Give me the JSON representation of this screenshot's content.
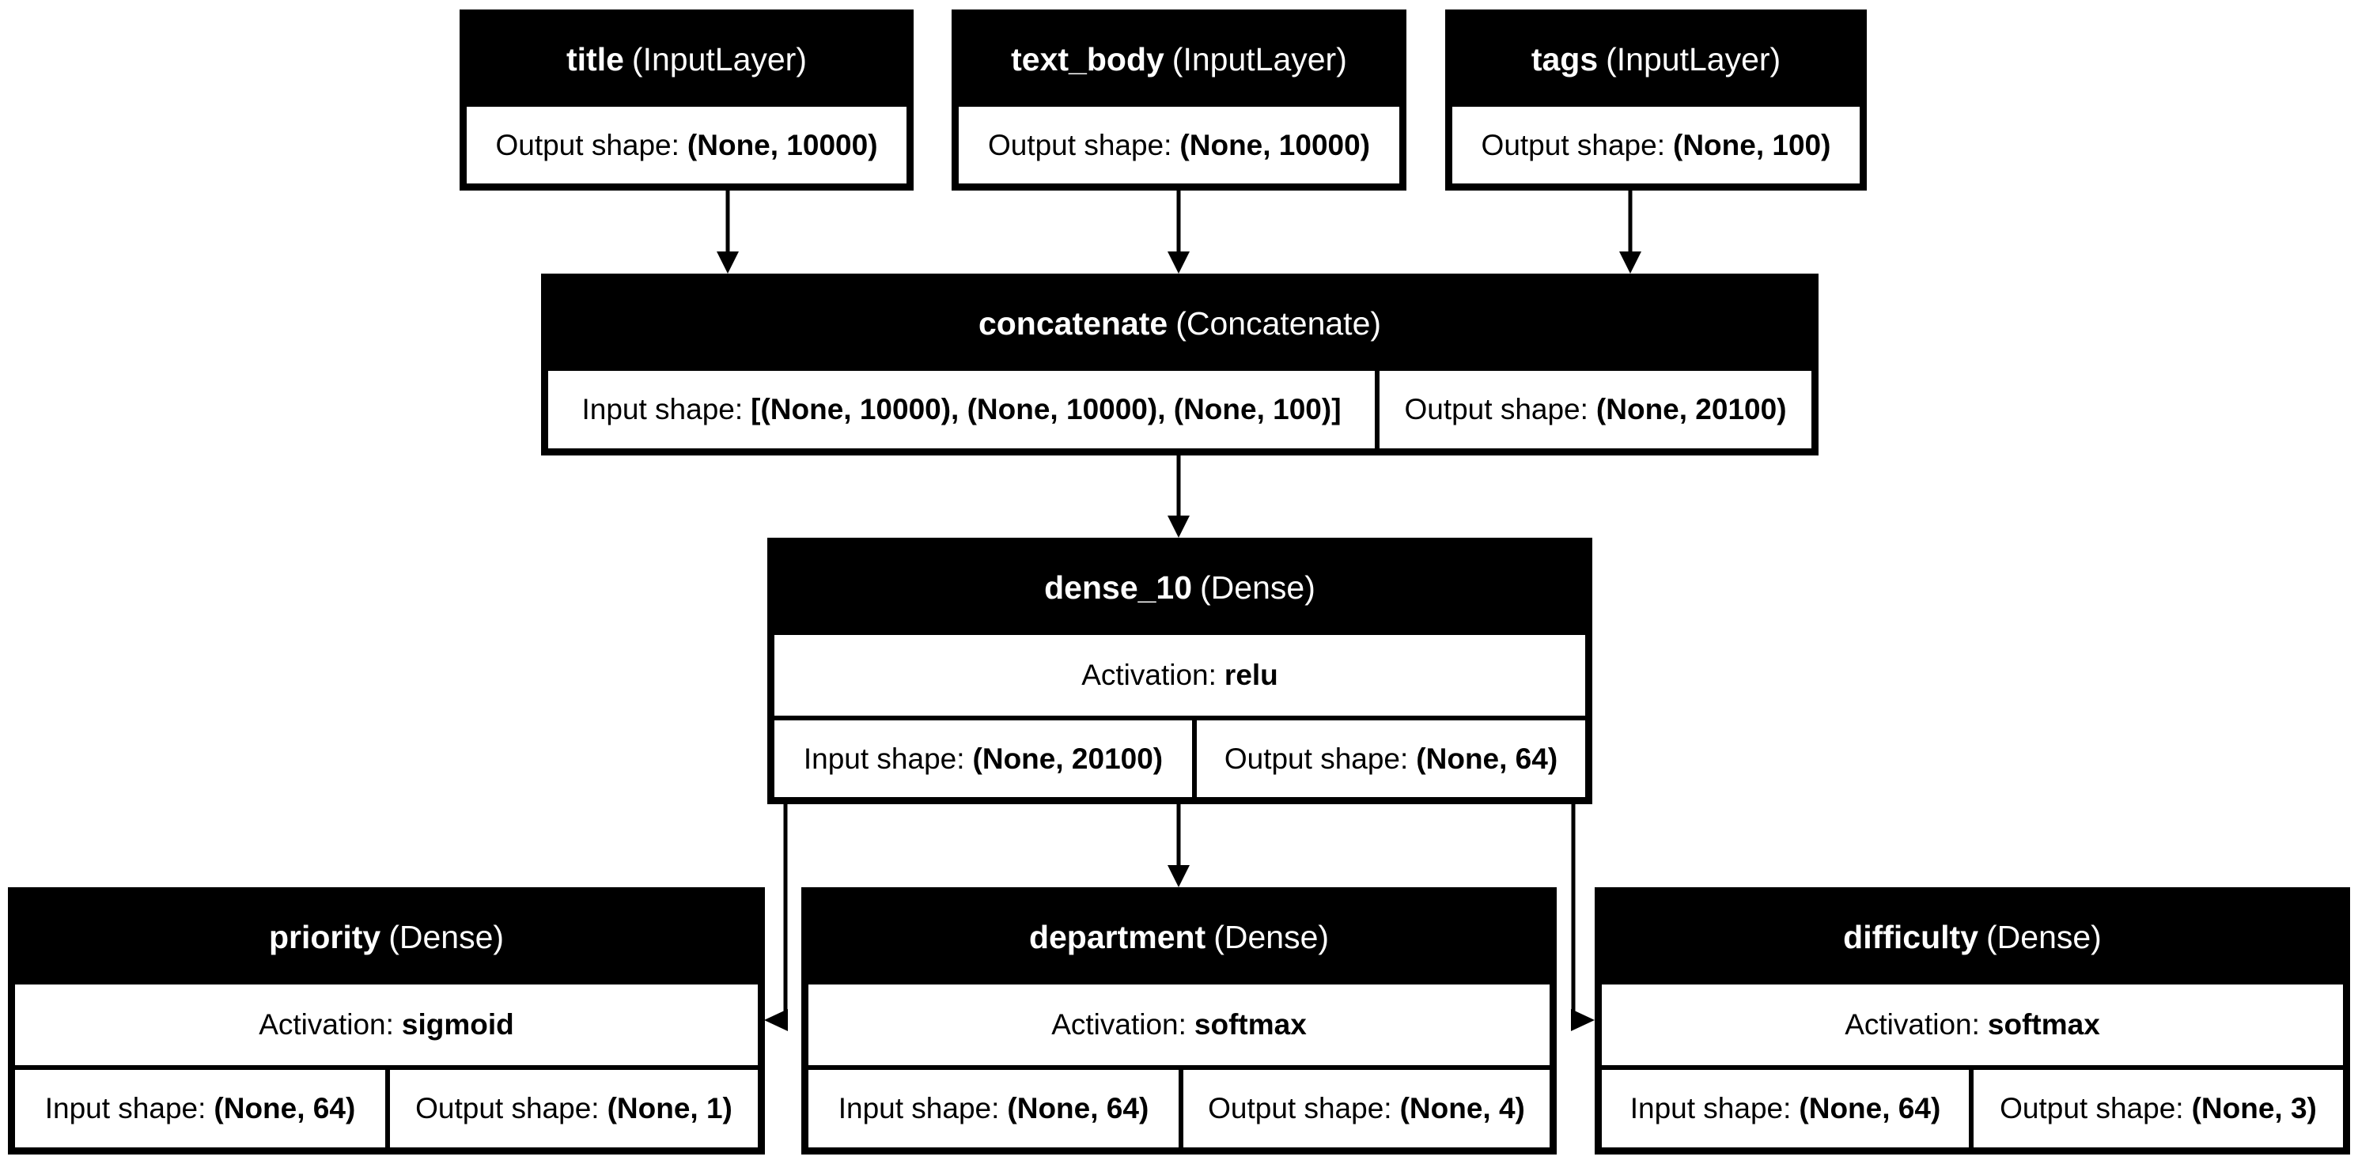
{
  "nodes": {
    "title": {
      "name": "title",
      "cls": "(InputLayer)",
      "output_label": "Output shape:",
      "output": "(None, 10000)"
    },
    "text_body": {
      "name": "text_body",
      "cls": "(InputLayer)",
      "output_label": "Output shape:",
      "output": "(None, 10000)"
    },
    "tags": {
      "name": "tags",
      "cls": "(InputLayer)",
      "output_label": "Output shape:",
      "output": "(None, 100)"
    },
    "concatenate": {
      "name": "concatenate",
      "cls": "(Concatenate)",
      "input_label": "Input shape:",
      "input": "[(None, 10000), (None, 10000), (None, 100)]",
      "output_label": "Output shape:",
      "output": "(None, 20100)"
    },
    "dense_10": {
      "name": "dense_10",
      "cls": "(Dense)",
      "activation_label": "Activation:",
      "activation": "relu",
      "input_label": "Input shape:",
      "input": "(None, 20100)",
      "output_label": "Output shape:",
      "output": "(None, 64)"
    },
    "priority": {
      "name": "priority",
      "cls": "(Dense)",
      "activation_label": "Activation:",
      "activation": "sigmoid",
      "input_label": "Input shape:",
      "input": "(None, 64)",
      "output_label": "Output shape:",
      "output": "(None, 1)"
    },
    "department": {
      "name": "department",
      "cls": "(Dense)",
      "activation_label": "Activation:",
      "activation": "softmax",
      "input_label": "Input shape:",
      "input": "(None, 64)",
      "output_label": "Output shape:",
      "output": "(None, 4)"
    },
    "difficulty": {
      "name": "difficulty",
      "cls": "(Dense)",
      "activation_label": "Activation:",
      "activation": "softmax",
      "input_label": "Input shape:",
      "input": "(None, 64)",
      "output_label": "Output shape:",
      "output": "(None, 3)"
    }
  }
}
